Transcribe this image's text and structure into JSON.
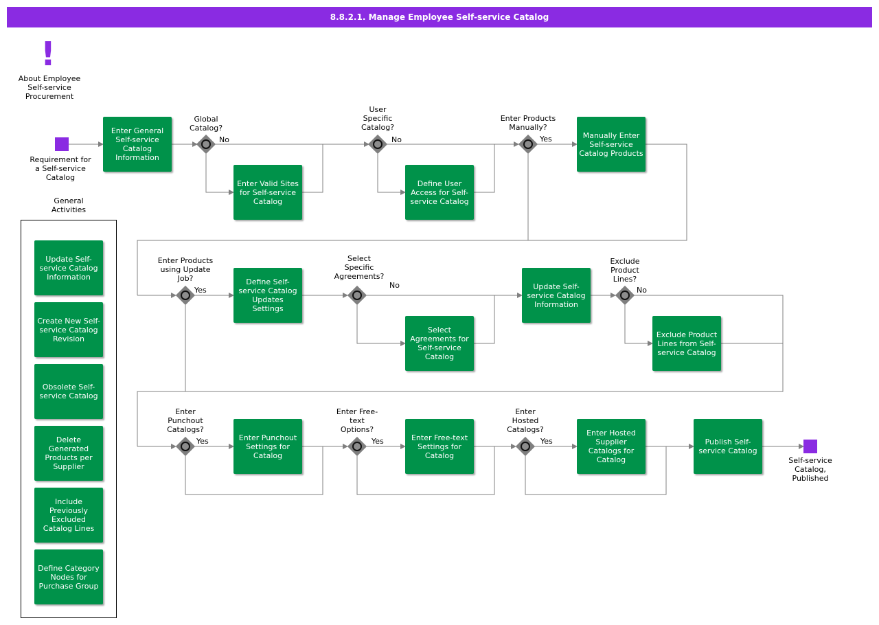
{
  "title": "8.8.2.1. Manage Employee Self-service Catalog",
  "about": "About Employee\nSelf-service\nProcurement",
  "events": {
    "start": "Requirement for\na Self-service\nCatalog",
    "end": "Self-service\nCatalog,\nPublished"
  },
  "tasks": {
    "enter_general": "Enter General Self-service Catalog Information",
    "enter_valid_sites": "Enter Valid Sites for Self-service Catalog",
    "define_user_access": "Define User Access for Self-service Catalog",
    "manually_enter": "Manually Enter Self-service Catalog Products",
    "define_updates": "Define Self-service Catalog Updates Settings",
    "select_agreements": "Select Agreements for Self-service Catalog",
    "update_info": "Update Self-service Catalog Information",
    "exclude_lines": "Exclude Product Lines from Self-service Catalog",
    "punchout_settings": "Enter Punchout Settings for Catalog",
    "freetext_settings": "Enter Free-text Settings for Catalog",
    "hosted_catalogs": "Enter Hosted Supplier Catalogs for Catalog",
    "publish": "Publish Self-service Catalog"
  },
  "gateways": {
    "global": "Global\nCatalog?",
    "user_specific": "User\nSpecific\nCatalog?",
    "manual": "Enter Products\nManually?",
    "update_job": "Enter Products\nusing Update\nJob?",
    "specific_agreements": "Select\nSpecific\nAgreements?",
    "exclude": "Exclude\nProduct\nLines?",
    "punchout": "Enter\nPunchout\nCatalogs?",
    "freetext": "Enter Free-\ntext\nOptions?",
    "hosted": "Enter\nHosted\nCatalogs?"
  },
  "branch_labels": {
    "yes": "Yes",
    "no": "No"
  },
  "general_activities": {
    "title": "General\nActivities",
    "items": [
      "Update Self-service Catalog Information",
      "Create New Self-service Catalog Revision",
      "Obsolete Self-service Catalog",
      "Delete Generated Products per Supplier",
      "Include Previously Excluded Catalog Lines",
      "Define Category Nodes for Purchase Group"
    ]
  },
  "colors": {
    "header": "#8a2be2",
    "task": "#00924a",
    "event": "#8a2be2",
    "gateway": "#7f7f7f",
    "connector": "#808080"
  }
}
